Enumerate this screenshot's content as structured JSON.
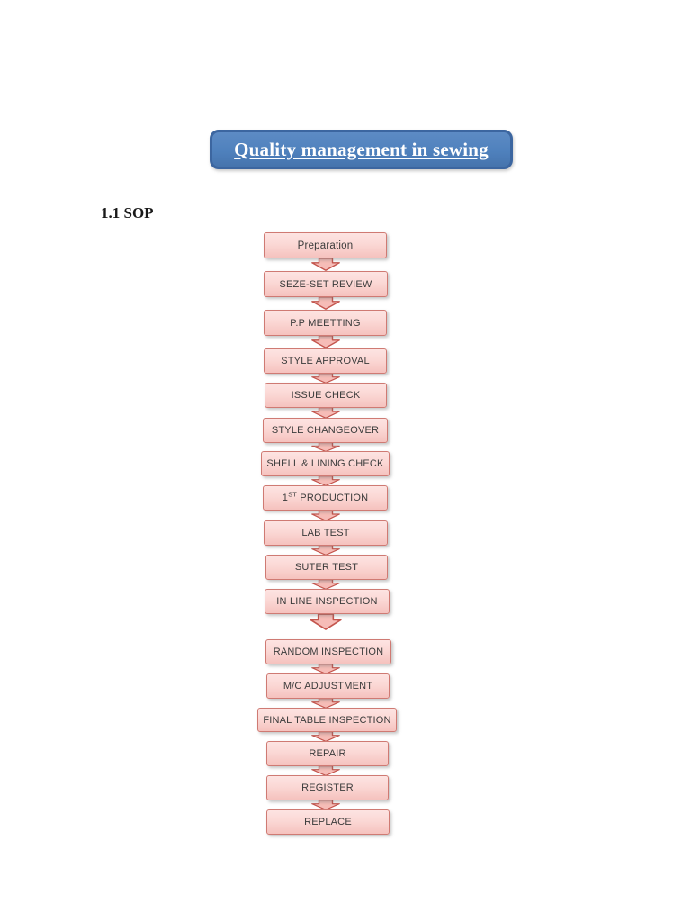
{
  "page_title": "Quality management in sewing",
  "section_heading": "1.1 SOP",
  "flowchart": {
    "steps": [
      {
        "label": "Preparation"
      },
      {
        "label": "SEZE-SET REVIEW"
      },
      {
        "label": "P.P MEETTING"
      },
      {
        "label": "STYLE APPROVAL"
      },
      {
        "label": "ISSUE CHECK"
      },
      {
        "label": "STYLE CHANGEOVER"
      },
      {
        "label": "SHELL & LINING CHECK"
      },
      {
        "label": "1ST PRODUCTION",
        "prefix": "1",
        "superscript": "ST",
        "suffix": " PRODUCTION"
      },
      {
        "label": "LAB TEST"
      },
      {
        "label": "SUTER TEST"
      },
      {
        "label": "IN LINE INSPECTION"
      },
      {
        "label": "RANDOM INSPECTION"
      },
      {
        "label": "M/C ADJUSTMENT"
      },
      {
        "label": "FINAL TABLE INSPECTION"
      },
      {
        "label": "REPAIR"
      },
      {
        "label": "REGISTER"
      },
      {
        "label": "REPLACE"
      }
    ]
  },
  "colors": {
    "banner_fill": "#4f81bd",
    "banner_border": "#3c66a0",
    "banner_text": "#ffffff",
    "box_fill_top": "#fde4e2",
    "box_fill_bottom": "#f5c2be",
    "box_border": "#cf7a73",
    "box_text": "#3b3b3b",
    "arrow_fill": "#f6bcb7",
    "arrow_border": "#c4564e",
    "page_background": "#ffffff"
  }
}
